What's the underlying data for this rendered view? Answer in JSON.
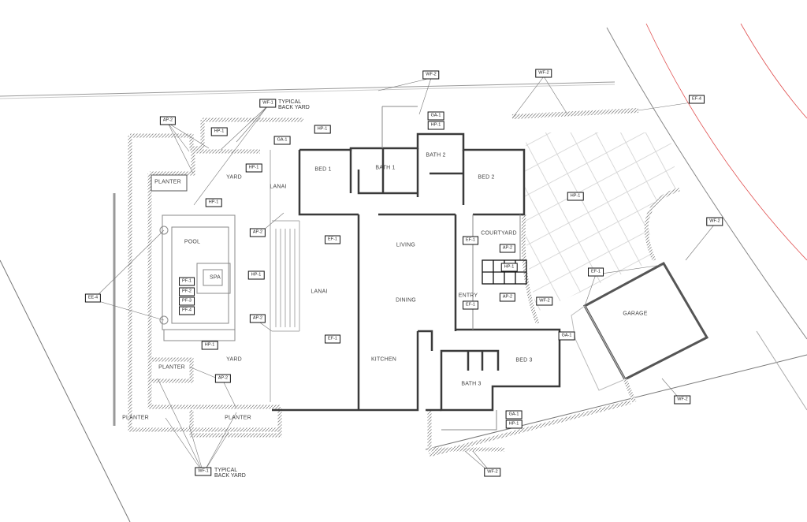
{
  "rooms": [
    "PLANTER",
    "YARD",
    "LANAI",
    "BED 1",
    "BATH 1",
    "BATH 2",
    "BED 2",
    "POOL",
    "SPA",
    "LIVING",
    "COURTYARD",
    "LANAI",
    "DINING",
    "ENTRY",
    "GARAGE",
    "KITCHEN",
    "YARD",
    "PLANTER",
    "BED 3",
    "BATH 3",
    "PLANTER",
    "PLANTER"
  ],
  "tags": [
    "WF-2",
    "WF-2",
    "EF-4",
    "AP-2",
    "WF-1",
    "HP-1",
    "GA-1",
    "HP-1",
    "GA-1",
    "HP-1",
    "HP-1",
    "HP-1",
    "AP-2",
    "HP-1",
    "WF-2",
    "EF-1",
    "EF-1",
    "AP-2",
    "HP-1",
    "EF-1",
    "HP-1",
    "EE-4",
    "AP-2",
    "EF-1",
    "WF-2",
    "PF-1",
    "PF-2",
    "PF-3",
    "PF-4",
    "AP-2",
    "EF-1",
    "GA-1",
    "HP-1",
    "AP-2",
    "WF-2",
    "GA-1",
    "HP-1",
    "WF-1",
    "WF-2"
  ],
  "notes": [
    "TYPICAL\nBACK YARD",
    "TYPICAL\nBACK YARD"
  ],
  "colors": {
    "wall": "#3a3a3a",
    "light": "#bdbdbd",
    "property_line": "#e05050"
  }
}
